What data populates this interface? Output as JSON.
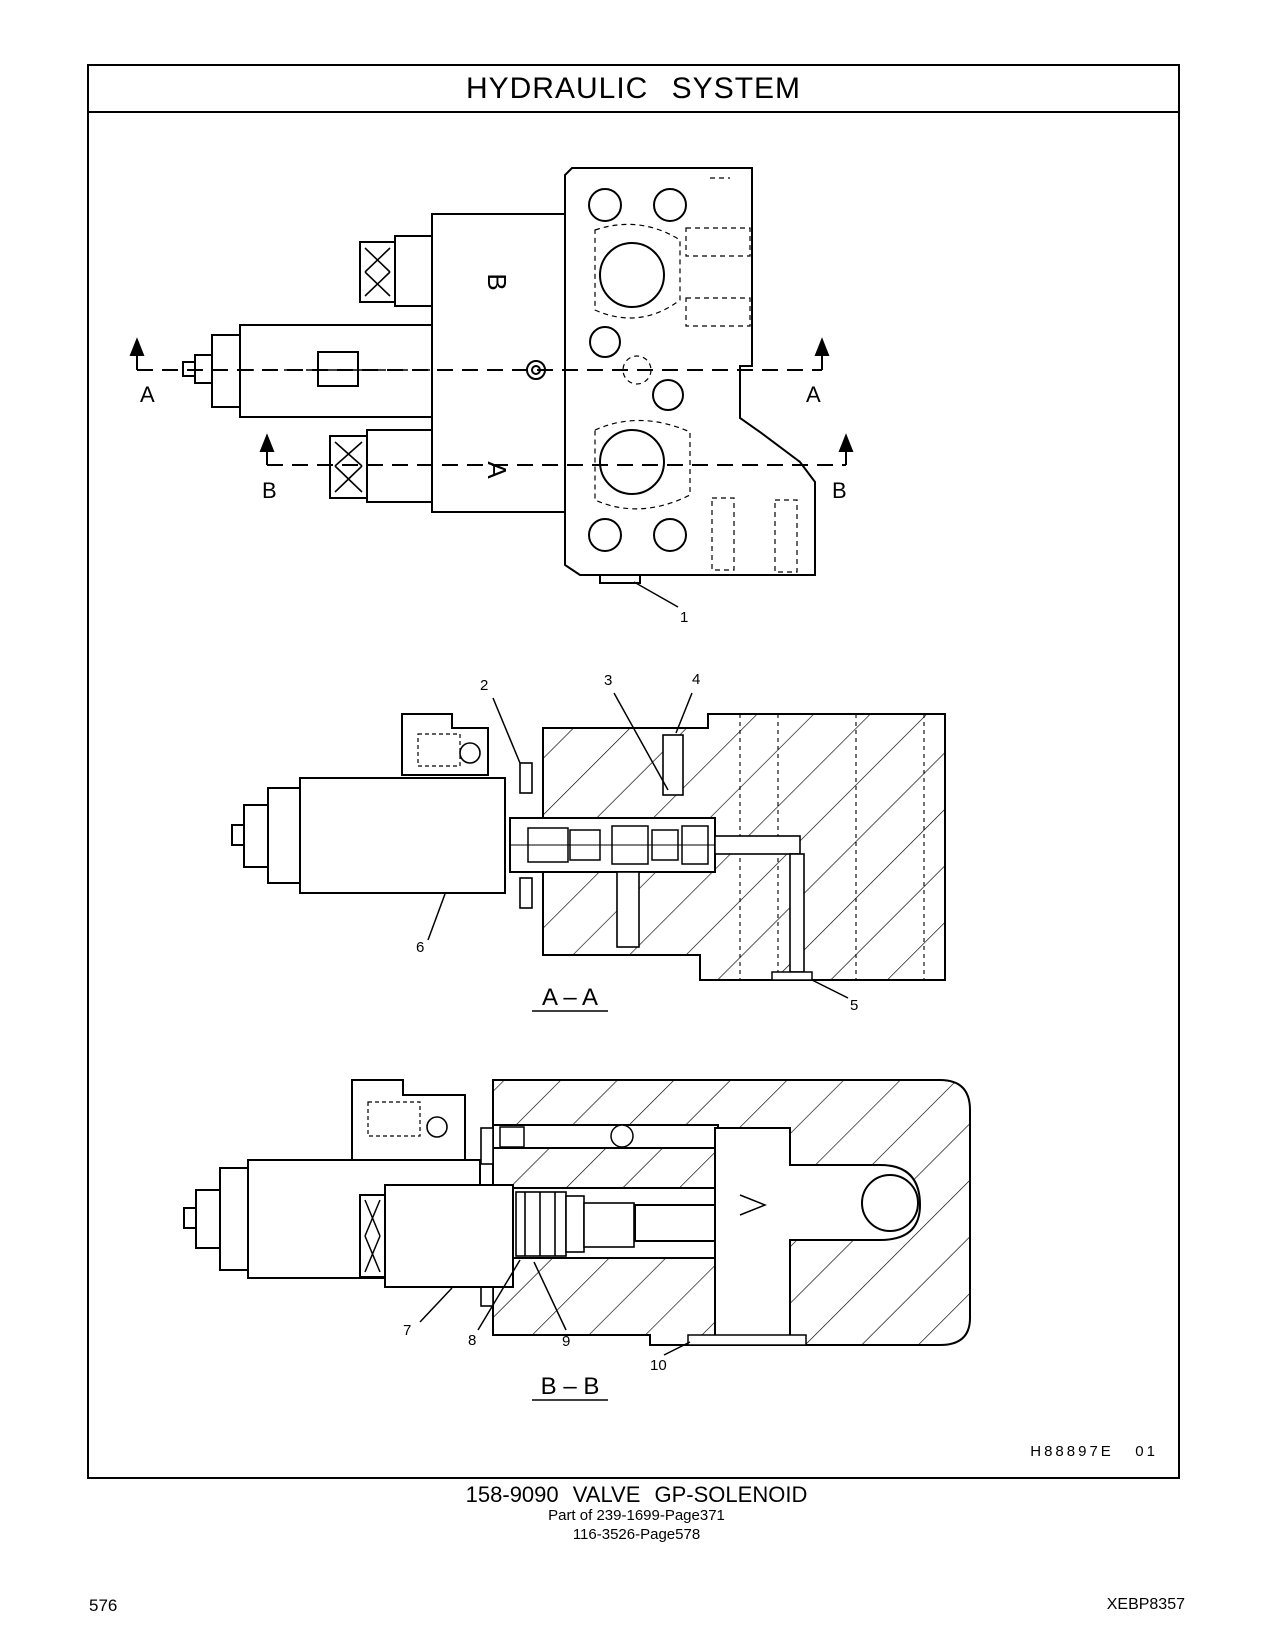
{
  "header": {
    "title": "HYDRAULIC   SYSTEM"
  },
  "drawing": {
    "top_view": {
      "port_label_b": "B",
      "port_label_a": "A",
      "section_a_left": "A",
      "section_a_right": "A",
      "section_b_left": "B",
      "section_b_right": "B",
      "callout_1": "1"
    },
    "section_aa": {
      "caption": "A – A",
      "callouts": [
        "2",
        "3",
        "4",
        "5",
        "6"
      ]
    },
    "section_bb": {
      "caption": "B – B",
      "callouts": [
        "7",
        "8",
        "9",
        "10"
      ]
    },
    "illustration_code": "H88897E   01"
  },
  "caption": {
    "part": "158-9090   VALVE  GP-SOLENOID",
    "line2": "Part of 239-1699-Page371",
    "line3": "116-3526-Page578"
  },
  "footer": {
    "page_number": "576",
    "doc_code": "XEBP8357"
  }
}
